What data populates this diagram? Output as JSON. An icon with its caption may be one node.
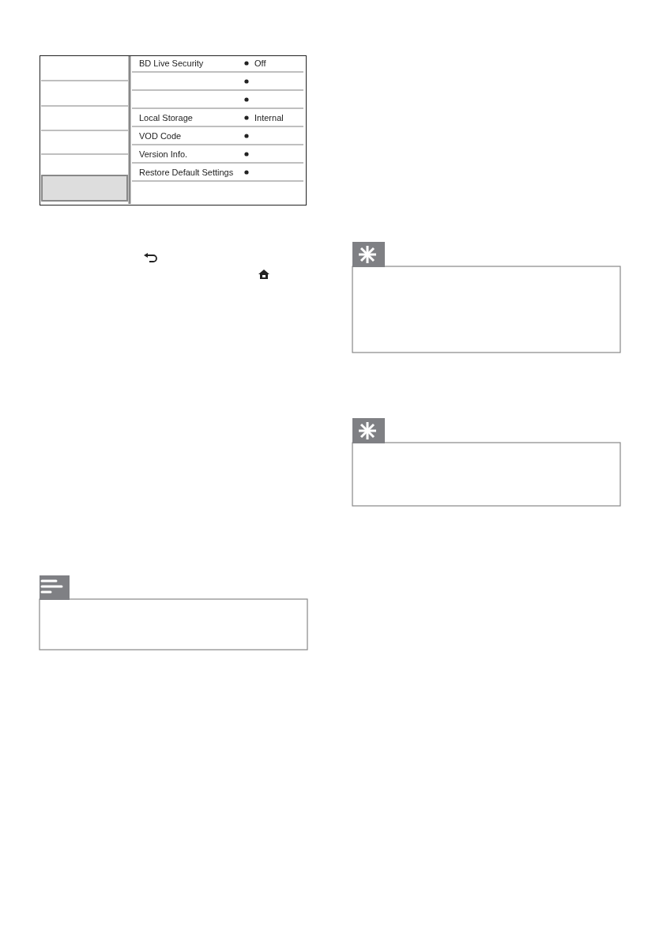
{
  "diagram": {
    "labels": [
      "BD Live Security",
      "Off",
      "Local Storage",
      "Internal",
      "VOD Code",
      "Version Info.",
      "Restore Default Settings"
    ]
  }
}
